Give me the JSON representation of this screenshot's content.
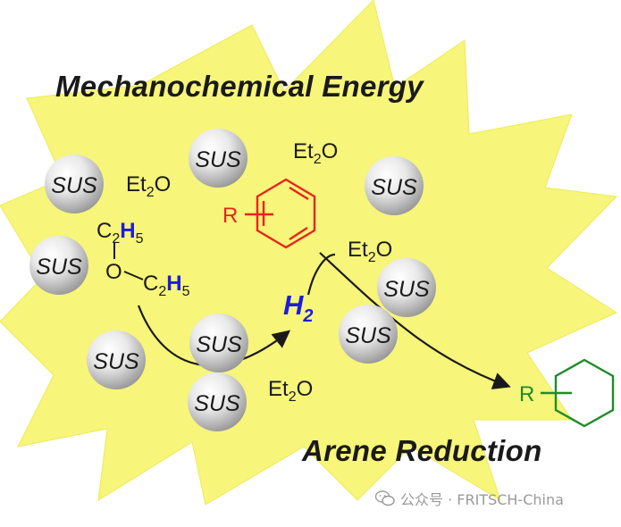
{
  "titles": {
    "top": "Mechanochemical Energy",
    "bottom": "Arene Reduction"
  },
  "ball_label": "SUS",
  "solvent": {
    "base": "Et",
    "sub": "2",
    "tail": "O"
  },
  "ether": {
    "c1": "C",
    "c1_sub": "2",
    "h1": "H",
    "h1_sub": "5",
    "o": "O",
    "c2": "C",
    "c2_sub": "2",
    "h2": "H",
    "h2_sub": "5"
  },
  "hydrogen": {
    "base": "H",
    "sub": "2"
  },
  "r_group": "R",
  "watermark": "公众号 · FRITSCH-China",
  "colors": {
    "burst": "#f7f57a",
    "burst_edge": "#eceb5a",
    "arene": "#e8231e",
    "product": "#1f8c2a",
    "hydrogen": "#1c1ce0",
    "ether_h": "#1c1ce0",
    "text": "#1a1a1a",
    "watermark": "#9a9a9a"
  }
}
